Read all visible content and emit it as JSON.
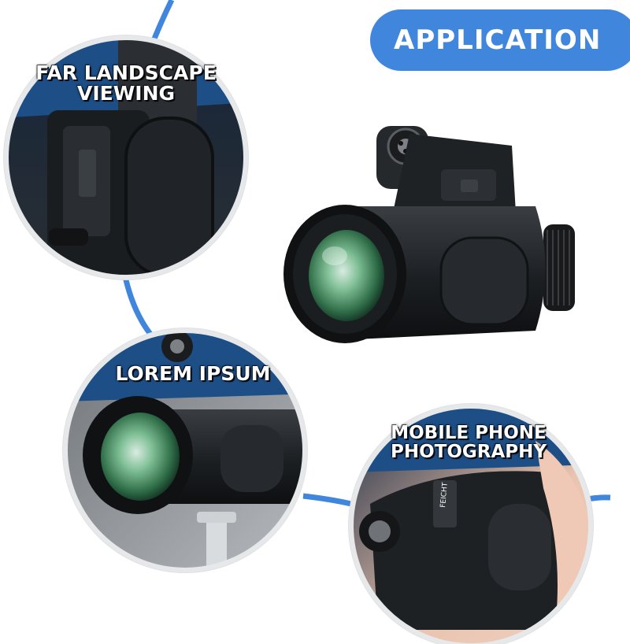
{
  "banner": {
    "text": "APPLICATION",
    "color": "#3f86dc"
  },
  "panels": [
    {
      "label_line1": "FAR LANDSCAPE",
      "label_line2": "VIEWING"
    },
    {
      "label": "LOREM IPSUM"
    },
    {
      "label_line1": "MOBILE PHONE",
      "label_line2": "PHOTOGRAPHY"
    }
  ],
  "brand_mark": "FEICHT",
  "colors": {
    "accent": "#3f86dc",
    "device": "#1c1f22",
    "lens": "#4e9a6a"
  },
  "icons": [
    "monocular-product",
    "connector-arc"
  ]
}
